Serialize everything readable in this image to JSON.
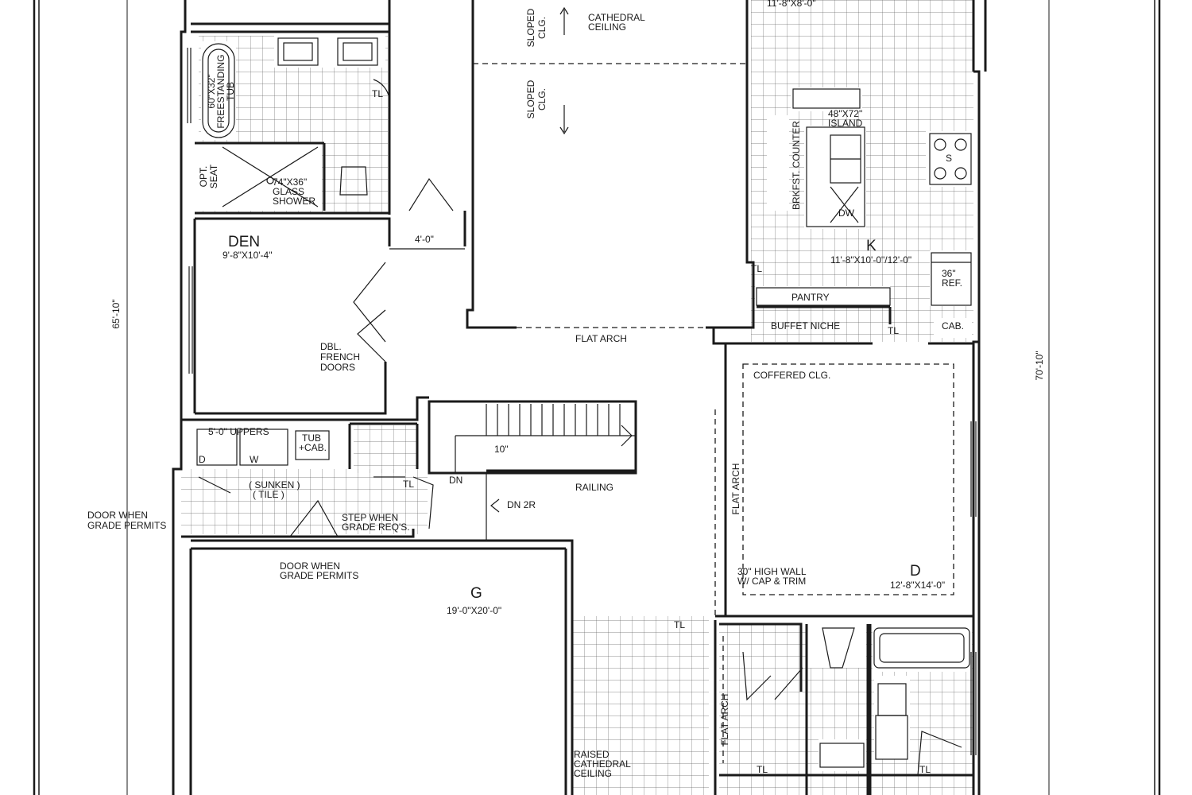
{
  "dimensions": {
    "left_overall": "65'-10\"",
    "right_overall": "70'-10\"",
    "den_hall": "4'-0\"",
    "stair_riser": "10\""
  },
  "rooms": {
    "den": {
      "name": "DEN",
      "size": "9'-8\"X10'-4\""
    },
    "kitchen": {
      "name": "K",
      "size": "11'-8\"X10'-0\"/12'-0\""
    },
    "dining": {
      "name": "D",
      "size": "12'-8\"X14'-0\""
    },
    "garage": {
      "name": "G",
      "size": "19'-0\"X20'-0\""
    },
    "top_room": {
      "size": "11'-8\"X8'-0\""
    }
  },
  "labels": {
    "cathedral_ceiling": [
      "CATHEDRAL",
      "CEILING"
    ],
    "sloped_clg": [
      "SLOPED",
      "CLG."
    ],
    "tub": [
      "60\"X32\"",
      "FREESTANDING",
      "TUB"
    ],
    "shower": [
      "74\"X36\"",
      "GLASS",
      "SHOWER"
    ],
    "opt_seat": [
      "OPT.",
      "SEAT"
    ],
    "tl": "TL",
    "island": [
      "48\"X72\"",
      "ISLAND"
    ],
    "brkfst_counter": "BRKFST. COUNTER",
    "dw": "DW",
    "stove": "S",
    "ref": [
      "36\"",
      "REF."
    ],
    "pantry": "PANTRY",
    "buffet_niche": "BUFFET NICHE",
    "cab": "CAB.",
    "flat_arch": "FLAT ARCH",
    "coffered_clg": "COFFERED CLG.",
    "dbl_french_doors": [
      "DBL.",
      "FRENCH",
      "DOORS"
    ],
    "uppers": "5'-0\" UPPERS",
    "tub_cab": [
      "TUB",
      "+CAB."
    ],
    "washer": "W",
    "dryer": "D",
    "sunken_tile": [
      "( SUNKEN )",
      "( TILE )"
    ],
    "door_when_grade_permits": [
      "DOOR WHEN",
      "GRADE PERMITS"
    ],
    "step_when_grade": [
      "STEP WHEN",
      "GRADE REQ'S."
    ],
    "dn": "DN",
    "dn_2r": "DN 2R",
    "railing": "RAILING",
    "high_wall": [
      "30\" HIGH WALL",
      "W/ CAP & TRIM"
    ],
    "raised_cathedral": [
      "RAISED",
      "CATHEDRAL",
      "CEILING"
    ]
  }
}
